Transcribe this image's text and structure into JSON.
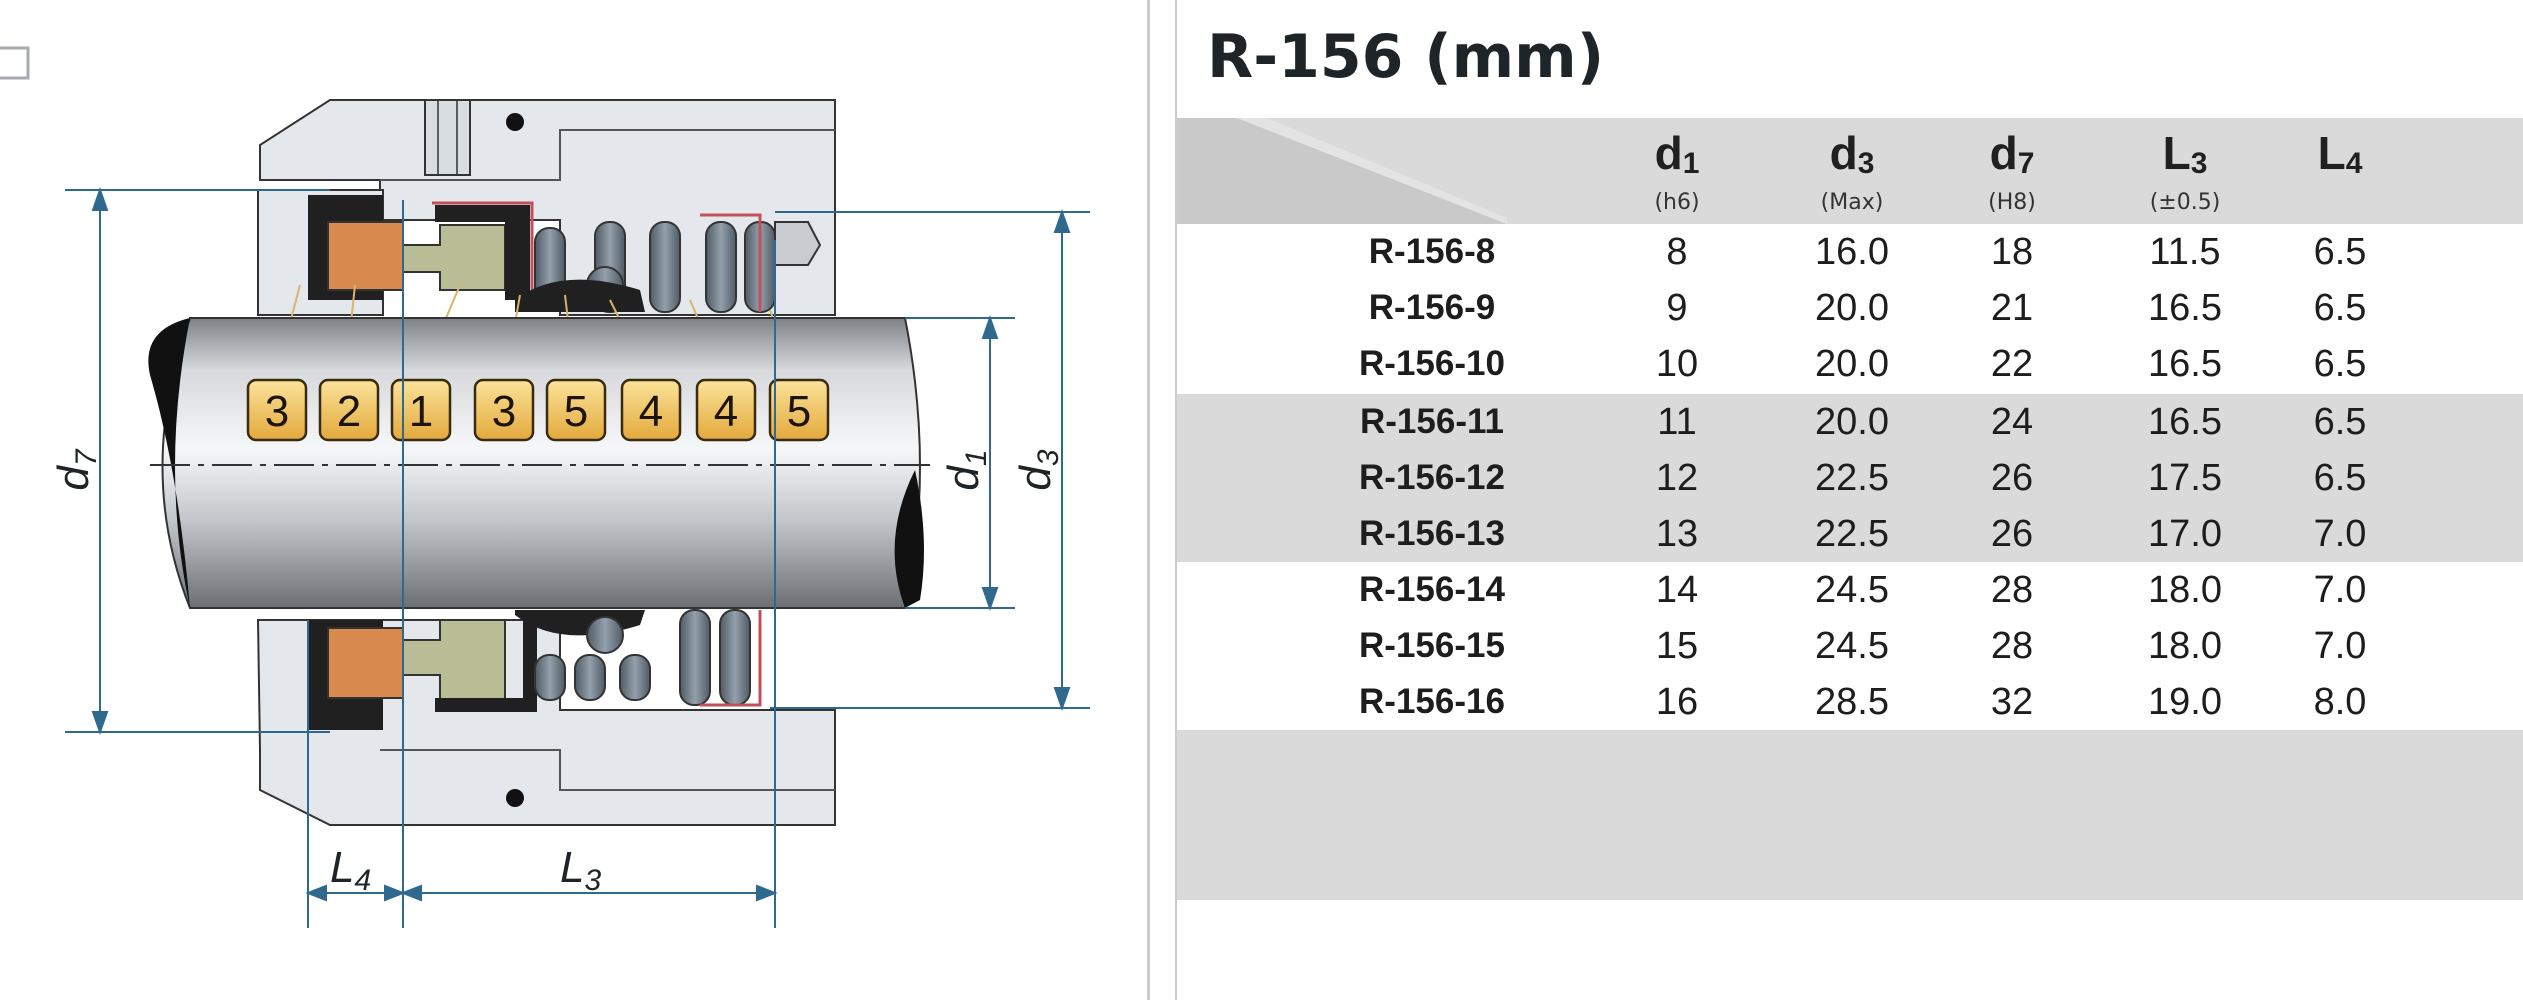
{
  "table": {
    "title": "R-156 (mm)",
    "columns": [
      {
        "symbol": "d",
        "sub": "1",
        "note": "(h6)"
      },
      {
        "symbol": "d",
        "sub": "3",
        "note": "(Max)"
      },
      {
        "symbol": "d",
        "sub": "7",
        "note": "(H8)"
      },
      {
        "symbol": "L",
        "sub": "3",
        "note": "(±0.5)"
      },
      {
        "symbol": "L",
        "sub": "4",
        "note": ""
      }
    ],
    "rows": [
      {
        "model": "R-156-8",
        "d1": "8",
        "d3": "16.0",
        "d7": "18",
        "L3": "11.5",
        "L4": "6.5"
      },
      {
        "model": "R-156-9",
        "d1": "9",
        "d3": "20.0",
        "d7": "21",
        "L3": "16.5",
        "L4": "6.5"
      },
      {
        "model": "R-156-10",
        "d1": "10",
        "d3": "20.0",
        "d7": "22",
        "L3": "16.5",
        "L4": "6.5"
      },
      {
        "model": "R-156-11",
        "d1": "11",
        "d3": "20.0",
        "d7": "24",
        "L3": "16.5",
        "L4": "6.5"
      },
      {
        "model": "R-156-12",
        "d1": "12",
        "d3": "22.5",
        "d7": "26",
        "L3": "17.5",
        "L4": "6.5"
      },
      {
        "model": "R-156-13",
        "d1": "13",
        "d3": "22.5",
        "d7": "26",
        "L3": "17.0",
        "L4": "7.0"
      },
      {
        "model": "R-156-14",
        "d1": "14",
        "d3": "24.5",
        "d7": "28",
        "L3": "18.0",
        "L4": "7.0"
      },
      {
        "model": "R-156-15",
        "d1": "15",
        "d3": "24.5",
        "d7": "28",
        "L3": "18.0",
        "L4": "7.0"
      },
      {
        "model": "R-156-16",
        "d1": "16",
        "d3": "28.5",
        "d7": "32",
        "L3": "19.0",
        "L4": "8.0"
      }
    ]
  },
  "diagram": {
    "part_numbers": [
      "3",
      "2",
      "1",
      "3",
      "5",
      "4",
      "4",
      "5"
    ],
    "dimension_labels": {
      "d7": {
        "symbol": "d",
        "sub": "7"
      },
      "d1": {
        "symbol": "d",
        "sub": "1"
      },
      "d3": {
        "symbol": "d",
        "sub": "3"
      },
      "L4": {
        "symbol": "L",
        "sub": "4"
      },
      "L3": {
        "symbol": "L",
        "sub": "3"
      }
    }
  },
  "colors": {
    "housing": "#e4e8ec",
    "shaft_light": "#f2f3f5",
    "shaft_dark": "#8d9196",
    "seat_orange": "#d88a4e",
    "ring_olive": "#b9bd96",
    "spring_gray": "#6f7b86",
    "badge_fill": "#f3c969",
    "dimension_line": "#2f6a8e",
    "row_band": "#dadada"
  }
}
